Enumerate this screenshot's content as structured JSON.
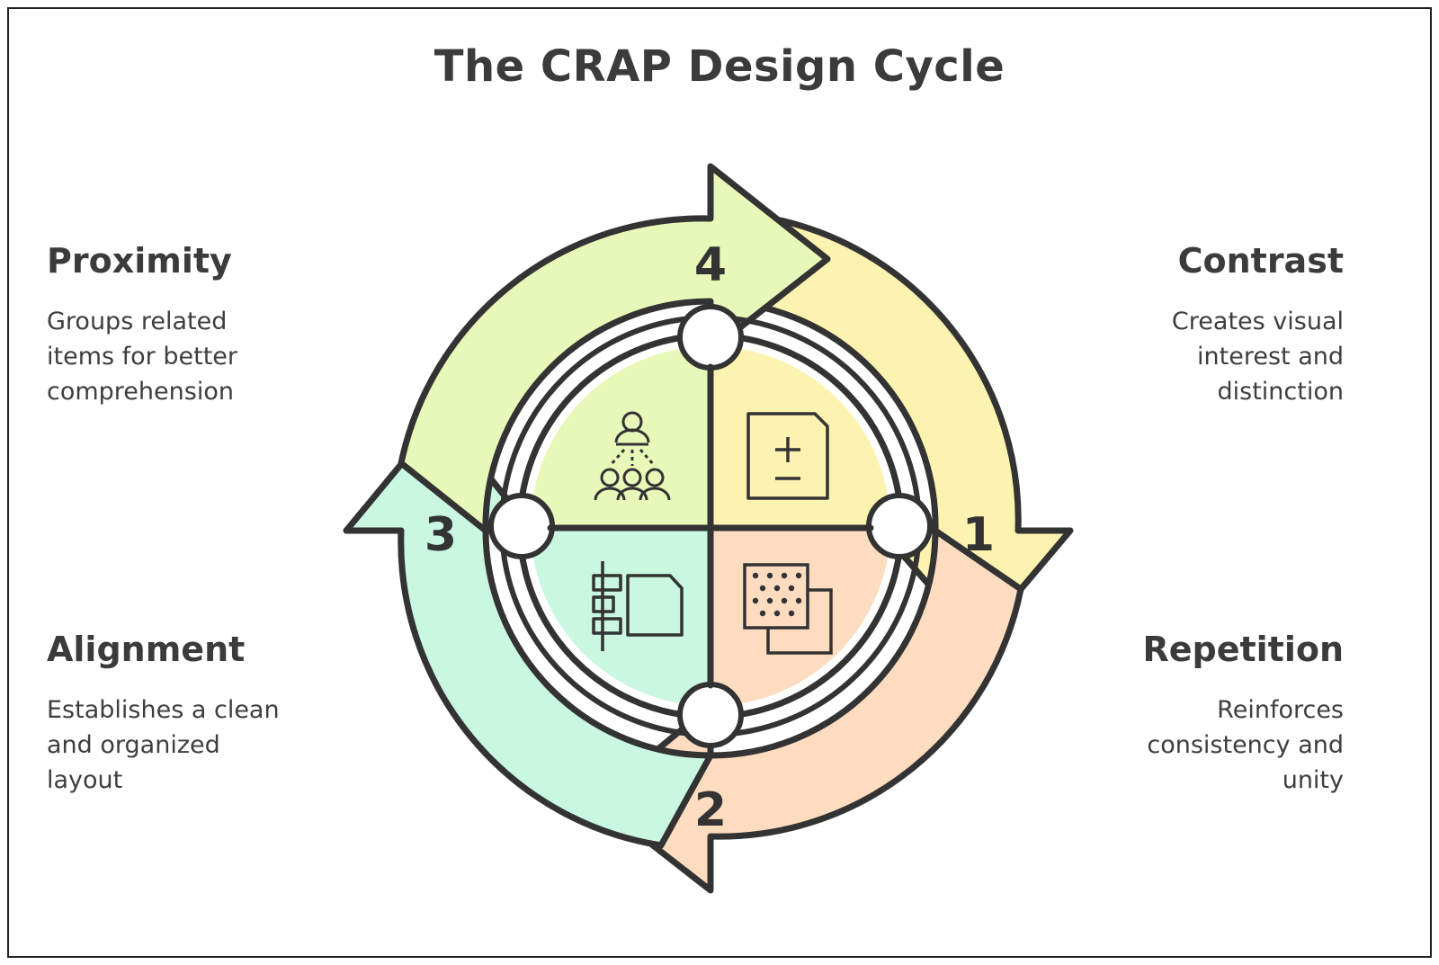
{
  "title": "The CRAP Design Cycle",
  "steps": [
    {
      "number": "1",
      "name": "Contrast",
      "description": "Creates visual\ninterest and\ndistinction",
      "color": "#fdf3b0",
      "icon": "plus-minus-document-icon"
    },
    {
      "number": "2",
      "name": "Repetition",
      "description": "Reinforces\nconsistency and\nunity",
      "color": "#fddcc0",
      "icon": "overlapping-squares-icon"
    },
    {
      "number": "3",
      "name": "Alignment",
      "description": "Establishes a clean\nand organized\nlayout",
      "color": "#c9f7e2",
      "icon": "alignment-blocks-icon"
    },
    {
      "number": "4",
      "name": "Proximity",
      "description": "Groups related\nitems for better\ncomprehension",
      "color": "#e8f8b8",
      "icon": "grouped-people-icon"
    }
  ],
  "colors": {
    "outline": "#333333",
    "text": "#3b3b3b",
    "background": "#ffffff"
  }
}
